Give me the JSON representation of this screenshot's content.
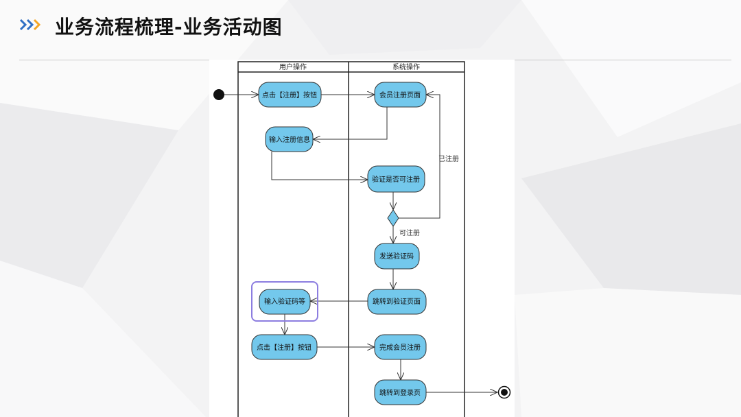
{
  "slide": {
    "title": "业务流程梳理-业务活动图"
  },
  "colors": {
    "arrow_blue": "#2f6fc4",
    "arrow_orange": "#f5a623",
    "node_fill": "#73c8ec",
    "node_stroke": "#333333",
    "highlight_stroke": "#8c7de0"
  },
  "diagram": {
    "lanes": [
      {
        "title": "用户操作"
      },
      {
        "title": "系统操作"
      }
    ],
    "nodes": {
      "click_register_1": "点击【注册】按钮",
      "member_register_page": "会员注册页面",
      "input_register_info": "输入注册信息",
      "verify_registrable": "验证是否可注册",
      "send_code": "发送验证码",
      "jump_verify_page": "跳转到验证页面",
      "input_code": "输入验证码等",
      "click_register_2": "点击【注册】按钮",
      "complete_register": "完成会员注册",
      "jump_login_page": "跳转到登录页"
    },
    "edge_labels": {
      "registered": "已注册",
      "can_register": "可注册"
    }
  }
}
